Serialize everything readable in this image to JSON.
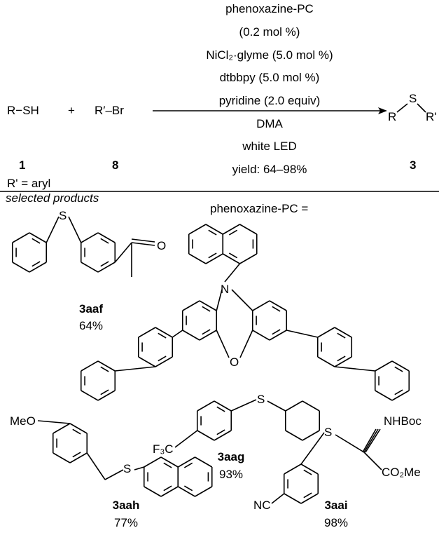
{
  "reaction": {
    "reactant1": "R−SH",
    "plus": "+",
    "reactant2": "R′–Br",
    "conditions": [
      "phenoxazine-PC",
      "(0.2 mol %)",
      "NiCl₂·glyme (5.0 mol %)",
      "dtbbpy (5.0 mol %)",
      "pyridine (2.0 equiv)",
      "DMA",
      "white LED",
      "yield: 64–98%"
    ],
    "product_atoms": {
      "r": "R",
      "s": "S",
      "r2": "R'"
    },
    "label1": "1",
    "label8": "8",
    "label3": "3",
    "note": "R' = aryl"
  },
  "section": {
    "selected_products": "selected products",
    "pc_title": "phenoxazine-PC ="
  },
  "products": [
    {
      "id": "3aaf",
      "yield": "64%",
      "atoms": {
        "s": "S",
        "o": "O"
      }
    },
    {
      "id": "3aag",
      "yield": "93%",
      "atoms": {
        "s": "S",
        "cf3": "F₃C"
      }
    },
    {
      "id": "3aah",
      "yield": "77%",
      "atoms": {
        "s": "S",
        "meo": "MeO"
      }
    },
    {
      "id": "3aai",
      "yield": "98%",
      "atoms": {
        "s": "S",
        "nc": "NC",
        "nhboc": "NHBoc",
        "co2me": "CO₂Me"
      }
    }
  ],
  "catalyst_atoms": {
    "n": "N",
    "o": "O"
  }
}
